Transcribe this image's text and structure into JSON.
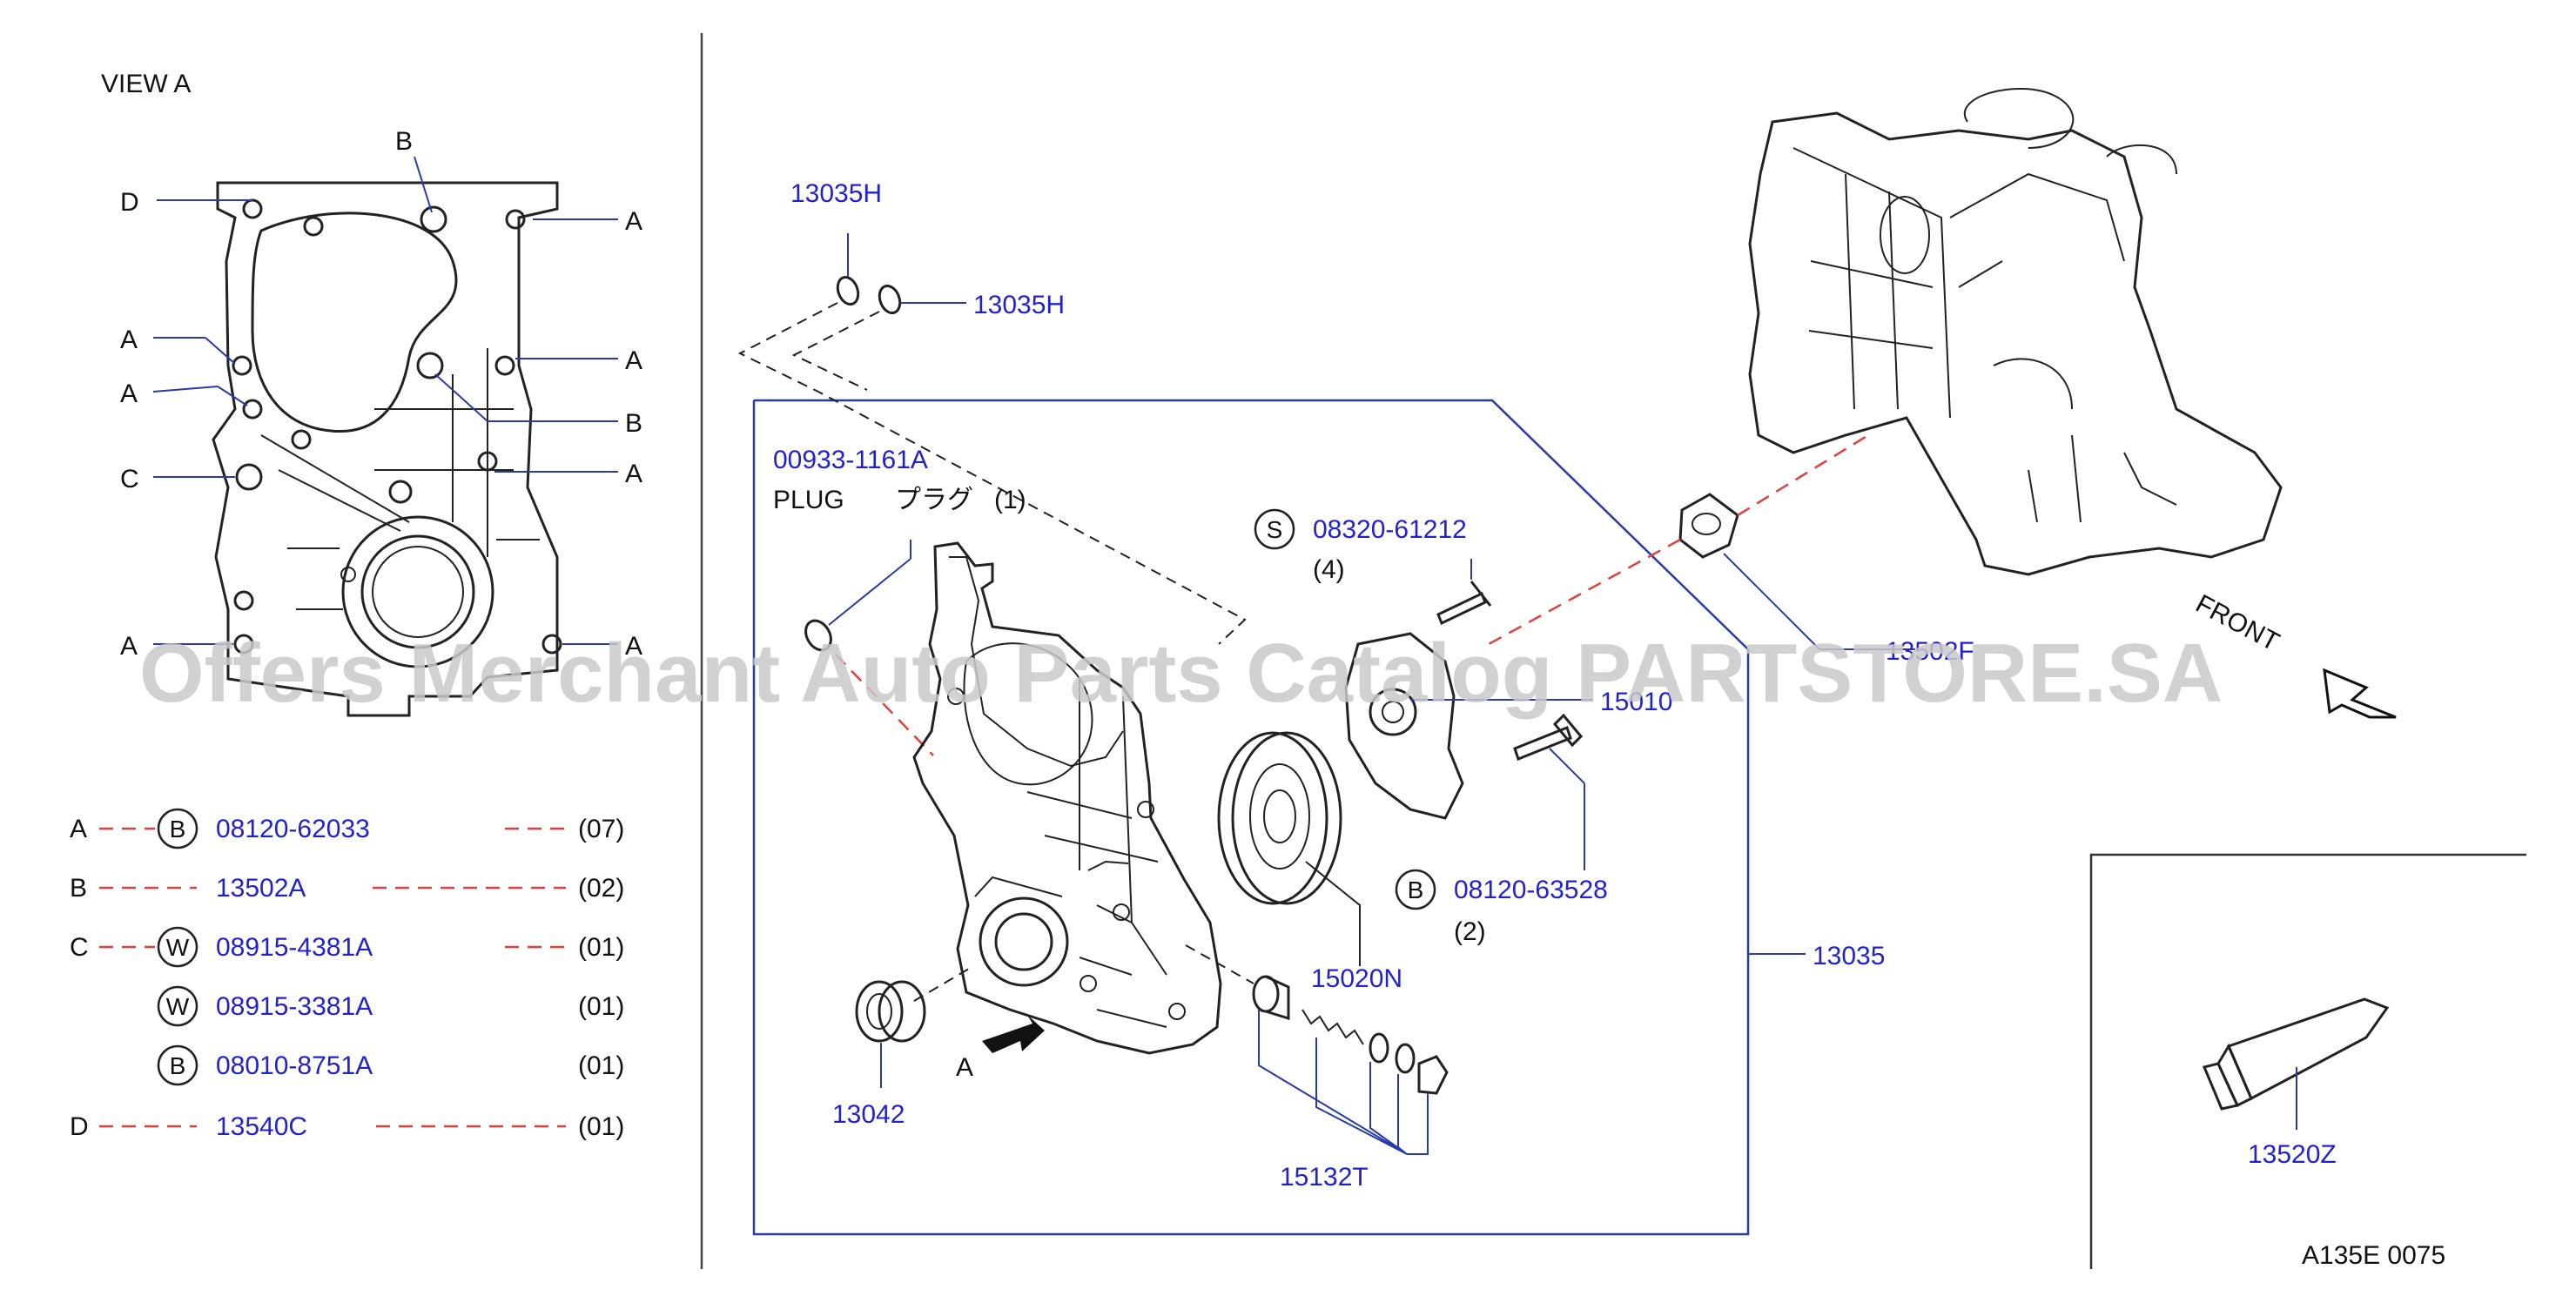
{
  "view_title": "VIEW   A",
  "view_a_labels": {
    "b_top": "B",
    "d_top": "D",
    "a_right1": "A",
    "a_left1": "A",
    "a_right2": "A",
    "a_left2": "A",
    "b_right": "B",
    "c_left": "C",
    "a_right3": "A",
    "a_left3": "A",
    "a_right4": "A"
  },
  "legend": [
    {
      "key": "A",
      "symbol": "B",
      "part": "08120-62033",
      "qty": "(07)"
    },
    {
      "key": "B",
      "symbol": "",
      "part": "13502A",
      "qty": "(02)"
    },
    {
      "key": "C",
      "symbol": "W",
      "part": "08915-4381A",
      "qty": "(01)"
    },
    {
      "key": "",
      "symbol": "W",
      "part": "08915-3381A",
      "qty": "(01)"
    },
    {
      "key": "",
      "symbol": "B",
      "part": "08010-8751A",
      "qty": "(01)"
    },
    {
      "key": "D",
      "symbol": "",
      "part": "13540C",
      "qty": "(01)"
    }
  ],
  "callouts": {
    "p13035h_a": "13035H",
    "p13035h_b": "13035H",
    "p00933": "00933-1161A",
    "plug_en": "PLUG",
    "plug_jp": "プラグ",
    "plug_qty": "(1)",
    "s_symbol": "S",
    "p08320": "08320-61212",
    "p08320_qty": "(4)",
    "p13502f": "13502F",
    "p15010": "15010",
    "b_symbol": "B",
    "p08120_63528": "08120-63528",
    "p08120_qty": "(2)",
    "p13035": "13035",
    "p15020n": "15020N",
    "p13042": "13042",
    "arrow_a": "A",
    "p15132t": "15132T",
    "p13520z": "13520Z",
    "front": "FRONT"
  },
  "diagram_code": "A135E  0075",
  "watermark": "Offers Merchant Auto Parts Catalog PARTSTORE.SA"
}
